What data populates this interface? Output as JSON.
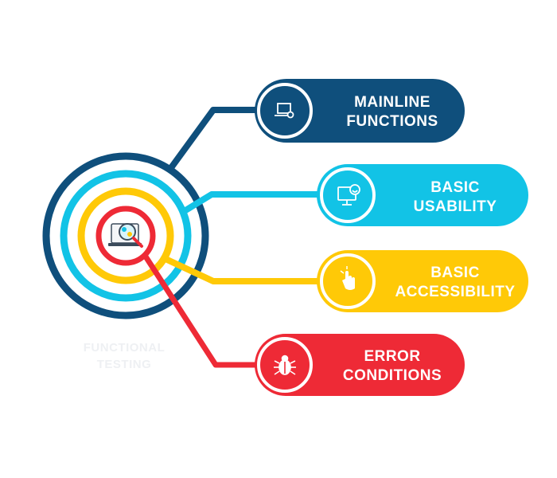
{
  "center": {
    "title_line1": "FUNCTIONAL",
    "title_line2": "TESTING",
    "icon": "magnifier-screen-icon"
  },
  "branches": [
    {
      "id": "mainline",
      "line1": "MAINLINE",
      "line2": "FUNCTIONS",
      "color": "#0f4f7c",
      "icon": "laptop-gear-icon"
    },
    {
      "id": "usability",
      "line1": "BASIC",
      "line2": "USABILITY",
      "color": "#12c3e6",
      "icon": "monitor-smiley-icon"
    },
    {
      "id": "accessibility",
      "line1": "BASIC",
      "line2": "ACCESSIBILITY",
      "color": "#ffc907",
      "icon": "pointer-hand-icon"
    },
    {
      "id": "error",
      "line1": "ERROR",
      "line2": "CONDITIONS",
      "color": "#ee2a36",
      "icon": "bug-icon"
    }
  ],
  "colors": {
    "navy": "#0f4f7c",
    "cyan": "#12c3e6",
    "yellow": "#ffc907",
    "red": "#ee2a36"
  }
}
